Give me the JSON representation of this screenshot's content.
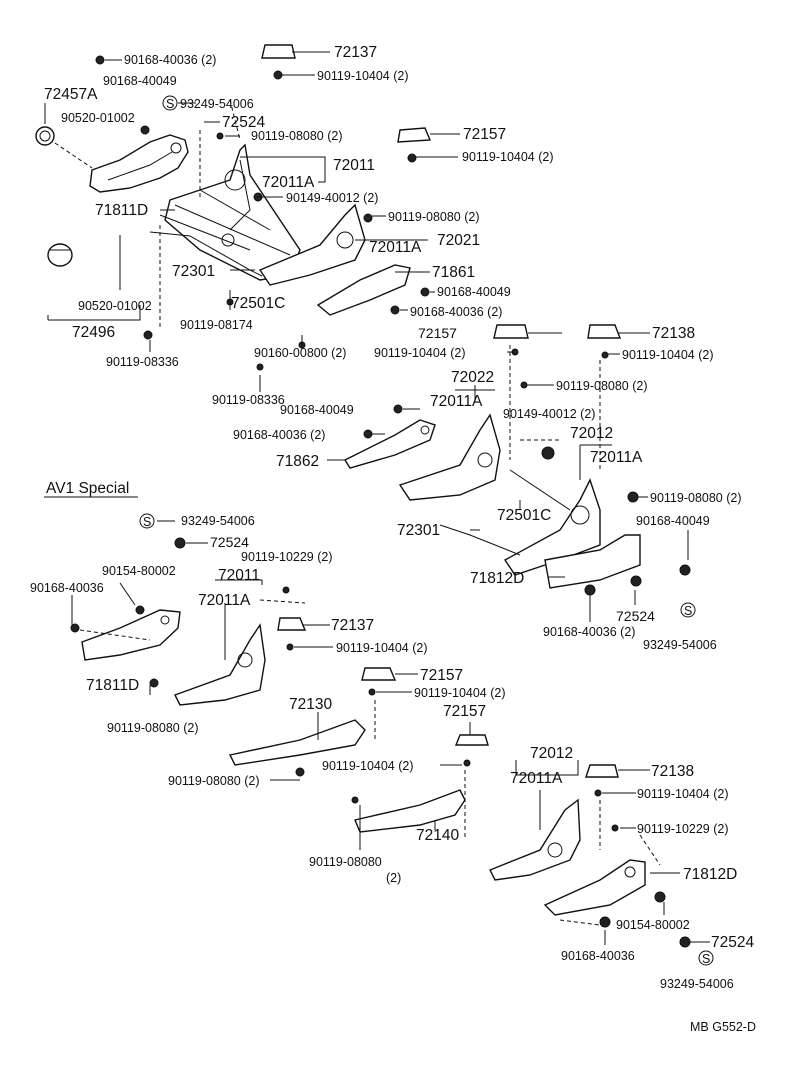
{
  "diagram": {
    "section_heading": "AV1 Special",
    "drawing_code": "MB G552-D",
    "parts": {
      "p72137": "72137",
      "p72137b": "72137",
      "p72157": "72157",
      "p72157b": "72157",
      "p72157c": "72157",
      "p72157d": "72157",
      "p72138": "72138",
      "p72138b": "72138",
      "p72457A": "72457A",
      "p72524": "72524",
      "p72524b": "72524",
      "p72524c": "72524",
      "p72524d": "72524",
      "p72011": "72011",
      "p72011b": "72011",
      "p72011A": "72011A",
      "p72011Ab": "72011A",
      "p72011Ac": "72011A",
      "p72011Ad": "72011A",
      "p72011Ae": "72011A",
      "p72011Af": "72011A",
      "p72021": "72021",
      "p72022": "72022",
      "p72012": "72012",
      "p72012b": "72012",
      "p71811D": "71811D",
      "p71811Db": "71811D",
      "p71812D": "71812D",
      "p71812Db": "71812D",
      "p71861": "71861",
      "p71862": "71862",
      "p72301": "72301",
      "p72301b": "72301",
      "p72501C": "72501C",
      "p72501Cb": "72501C",
      "p72496": "72496",
      "p72130": "72130",
      "p72140": "72140"
    },
    "fasteners": {
      "f1": "90168-40036 (2)",
      "f2": "90168-40049",
      "f3": "93249-54006",
      "f4": "90520-01002",
      "f5": "90119-10404 (2)",
      "f6": "90119-08080 (2)",
      "f7": "90119-10404 (2)",
      "f8": "90149-40012 (2)",
      "f9": "90119-08080 (2)",
      "f10": "90168-40049",
      "f11": "90168-40036 (2)",
      "f12": "90520-01002",
      "f13": "90119-08174",
      "f14": "90160-00800 (2)",
      "f15": "90119-08336",
      "f16": "90119-08336",
      "f17": "90119-10404 (2)",
      "f18": "90119-10404 (2)",
      "f19": "90119-08080 (2)",
      "f20": "90168-40049",
      "f21": "90149-40012 (2)",
      "f22": "90168-40036 (2)",
      "f23": "90119-08080 (2)",
      "f24": "90168-40049",
      "f25": "90168-40036 (2)",
      "f26": "93249-54006",
      "f27": "93249-54006",
      "f28": "90154-80002",
      "f29": "90119-10229 (2)",
      "f30": "90168-40036",
      "f31": "90119-10404 (2)",
      "f32": "90119-08080 (2)",
      "f33": "90119-10404 (2)",
      "f34": "90119-08080 (2)",
      "f35": "90119-10404 (2)",
      "f36": "90119-08080",
      "f36b": "(2)",
      "f37": "90119-10404 (2)",
      "f38": "90119-10229 (2)",
      "f39": "90154-80002",
      "f40": "90168-40036",
      "f41": "93249-54006"
    }
  }
}
